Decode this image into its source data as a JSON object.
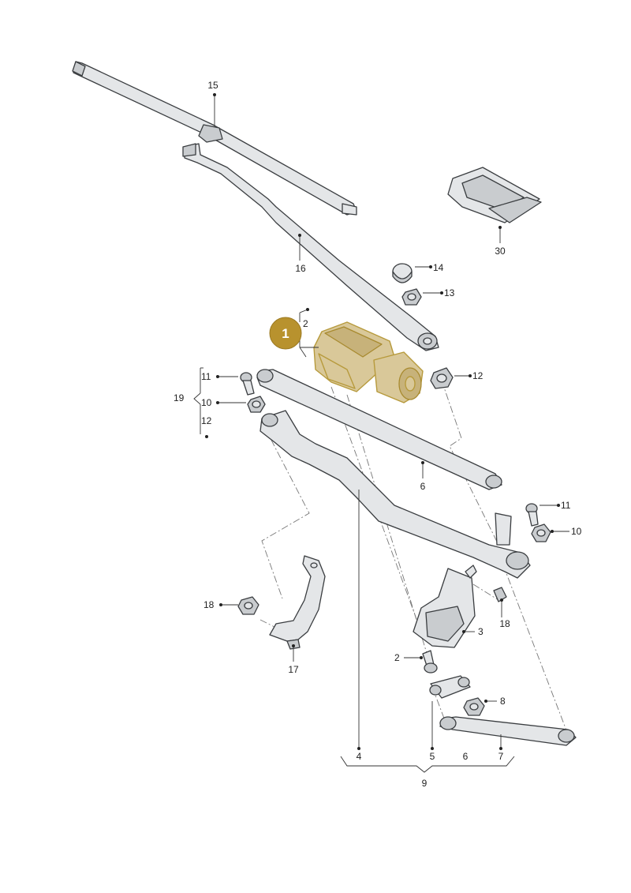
{
  "colors": {
    "highlight": "#d9c899",
    "badge": "#b8922e",
    "line": "#3a3d40"
  },
  "badge": {
    "number": "1"
  },
  "parts": [
    {
      "id": "wiper-blade",
      "label": "15"
    },
    {
      "id": "wiper-arm",
      "label": "16"
    },
    {
      "id": "cap",
      "label": "14"
    },
    {
      "id": "nut-arm",
      "label": "13"
    },
    {
      "id": "rain-sensor",
      "label": "30"
    },
    {
      "id": "bolt-motor",
      "label": "2"
    },
    {
      "id": "nut-spindle",
      "label": "12"
    },
    {
      "id": "bolt-left",
      "label": "11"
    },
    {
      "id": "nut-left",
      "label": "10"
    },
    {
      "id": "group-19-bottom",
      "label": "12"
    },
    {
      "id": "group-19",
      "label": "19"
    },
    {
      "id": "push-rod",
      "label": "6"
    },
    {
      "id": "bolt-right",
      "label": "11"
    },
    {
      "id": "nut-right",
      "label": "10"
    },
    {
      "id": "clip",
      "label": "18"
    },
    {
      "id": "motor-bracket",
      "label": "3"
    },
    {
      "id": "nut-bracket",
      "label": "18"
    },
    {
      "id": "side-bracket",
      "label": "17"
    },
    {
      "id": "bolt-bottom",
      "label": "2"
    },
    {
      "id": "nut-crank",
      "label": "8"
    },
    {
      "id": "frame",
      "label": "4"
    },
    {
      "id": "crank",
      "label": "5"
    },
    {
      "id": "rod-bottom",
      "label": "6"
    },
    {
      "id": "link-rod",
      "label": "7"
    },
    {
      "id": "assembly",
      "label": "9"
    }
  ]
}
